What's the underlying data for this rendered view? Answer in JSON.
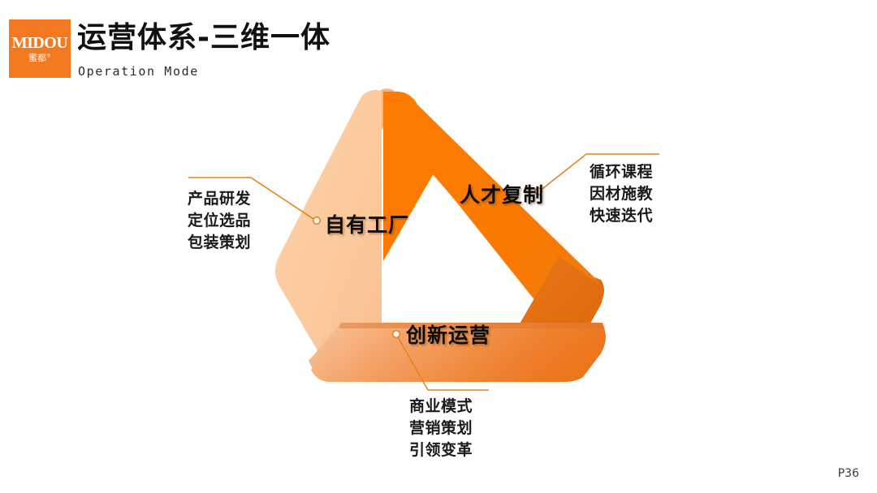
{
  "page": {
    "number": "P36",
    "background_color": "#FFFFFF"
  },
  "brand": {
    "logo_latin": "MIDOU",
    "logo_cn": "蜜都",
    "logo_registered": "®",
    "logo_bg_color": "#F47920"
  },
  "header": {
    "title_cn": "运营体系-三维一体",
    "title_en": "Operation Mode"
  },
  "diagram": {
    "type": "penrose-triangle-ribbon",
    "colors": {
      "band_light": "#FBCDA5",
      "band_light_edge": "#F4B482",
      "band_dark_start": "#FB7900",
      "band_dark_end": "#F07B1E",
      "band_bottom_start": "#F8C39B",
      "band_bottom_end": "#EE7722",
      "connector_line": "#E8821E",
      "dot_fill": "#FFFFFF",
      "dot_stroke": "#E8821E"
    },
    "nodes": [
      {
        "id": "factory",
        "label": "自有工厂",
        "callout": [
          "产品研发",
          "定位选品",
          "包装策划"
        ],
        "callout_position": "left"
      },
      {
        "id": "talent",
        "label": "人才复制",
        "callout": [
          "循环课程",
          "因材施教",
          "快速迭代"
        ],
        "callout_position": "right"
      },
      {
        "id": "innovation",
        "label": "创新运营",
        "callout": [
          "商业模式",
          "营销策划",
          "引领变革"
        ],
        "callout_position": "bottom"
      }
    ]
  }
}
